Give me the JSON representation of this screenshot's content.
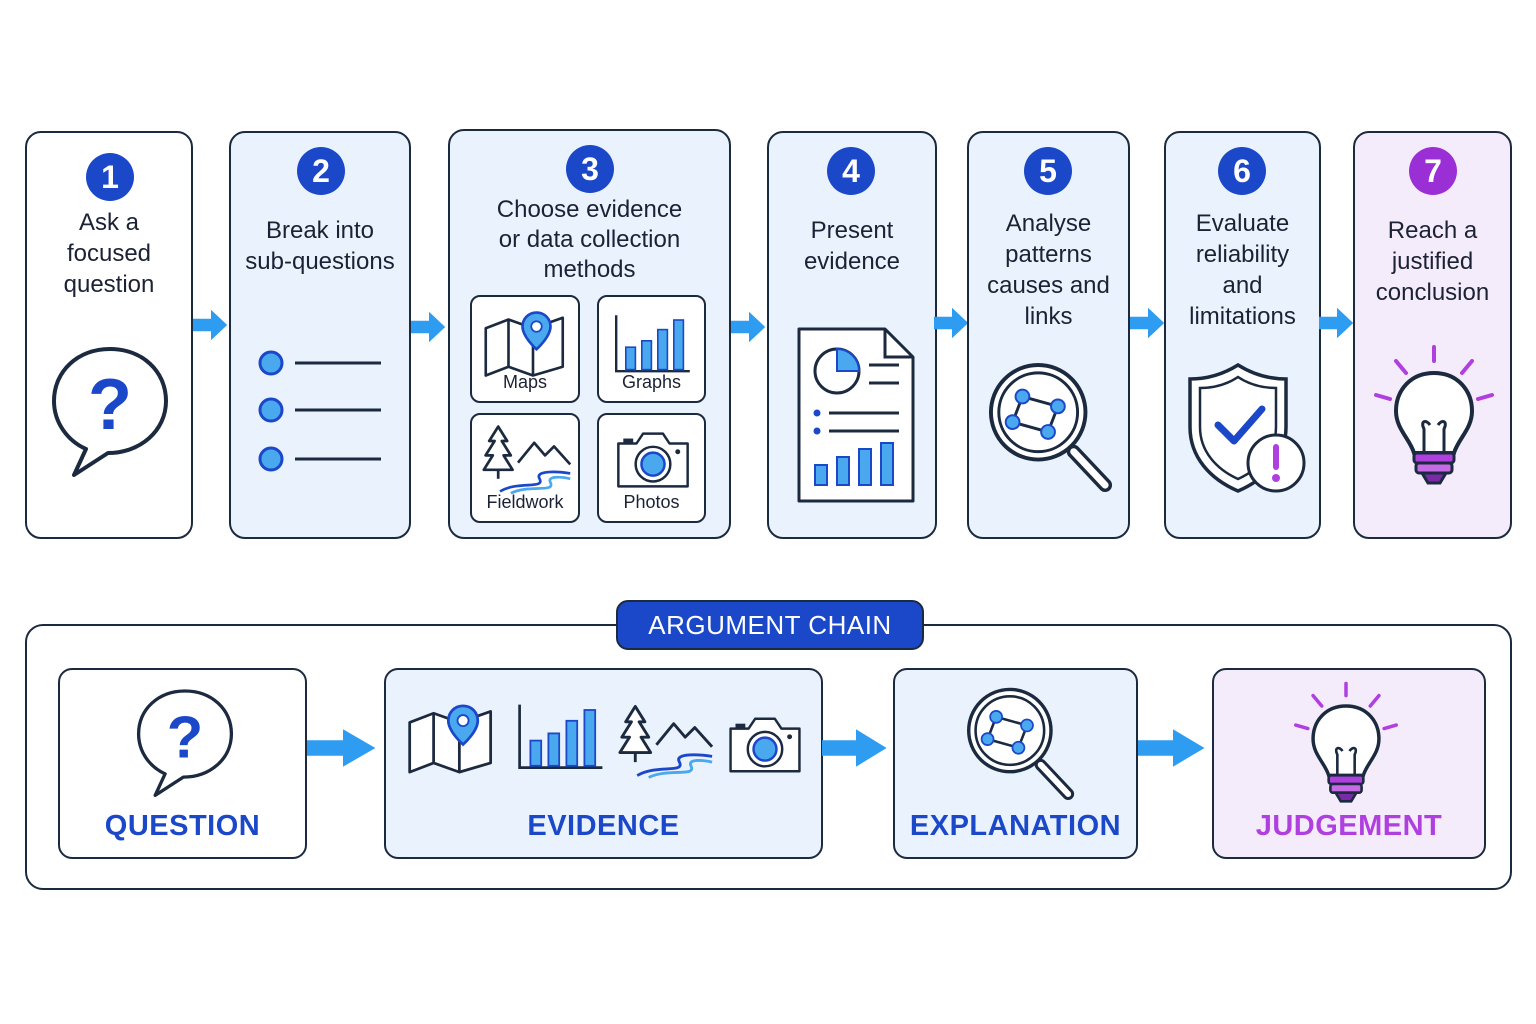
{
  "colors": {
    "accent_blue": "#1b47c9",
    "icon_blue": "#4aa8ef",
    "arrow_blue": "#2e9cf0",
    "panel_blue": "#eaf3fd",
    "accent_purple": "#9a2fd6",
    "panel_purple": "#f5ecfb",
    "outline": "#1c2a40"
  },
  "steps": [
    {
      "number": "1",
      "label": "Ask a\nfocused\nquestion",
      "icon": "question-speech-bubble-icon"
    },
    {
      "number": "2",
      "label": "Break into\nsub-questions",
      "icon": "bullet-list-icon"
    },
    {
      "number": "3",
      "label": "Choose evidence\nor data collection\nmethods",
      "icon": "method-tiles",
      "methods": [
        {
          "label": "Maps",
          "icon": "map-icon"
        },
        {
          "label": "Graphs",
          "icon": "bar-chart-icon"
        },
        {
          "label": "Fieldwork",
          "icon": "landscape-icon"
        },
        {
          "label": "Photos",
          "icon": "camera-icon"
        }
      ]
    },
    {
      "number": "4",
      "label": "Present\nevidence",
      "icon": "report-document-icon"
    },
    {
      "number": "5",
      "label": "Analyse\npatterns\ncauses and\nlinks",
      "icon": "magnifier-network-icon"
    },
    {
      "number": "6",
      "label": "Evaluate\nreliability\nand\nlimitations",
      "icon": "shield-warning-icon"
    },
    {
      "number": "7",
      "label": "Reach a\njustified\nconclusion",
      "icon": "lightbulb-icon"
    }
  ],
  "argument_chain": {
    "title": "ARGUMENT CHAIN",
    "items": [
      {
        "label": "QUESTION",
        "icon": "question-speech-bubble-icon"
      },
      {
        "label": "EVIDENCE",
        "icon": "evidence-icons"
      },
      {
        "label": "EXPLANATION",
        "icon": "magnifier-network-icon"
      },
      {
        "label": "JUDGEMENT",
        "icon": "lightbulb-icon"
      }
    ]
  }
}
